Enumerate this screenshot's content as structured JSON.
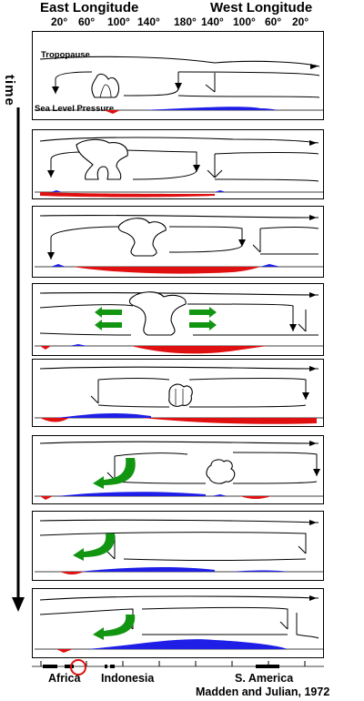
{
  "header": {
    "east_label": "East Longitude",
    "west_label": "West Longitude",
    "ticks": [
      "20°",
      "60°",
      "100°",
      "140°",
      "180°",
      "140°",
      "100°",
      "60°",
      "20°"
    ]
  },
  "axis": {
    "time_label": "time"
  },
  "panel_labels": {
    "tropopause": "Tropopause",
    "sea_level_pressure": "Sea Level Pressure"
  },
  "colors": {
    "low_pressure": "#1e1ee6",
    "high_pressure": "#e01010",
    "surface_arrow": "#129612",
    "highlight_circle": "#e01010"
  },
  "footer": {
    "regions": [
      "Africa",
      "Indonesia",
      "S. America"
    ],
    "citation": "Madden and Julian, 1972"
  }
}
